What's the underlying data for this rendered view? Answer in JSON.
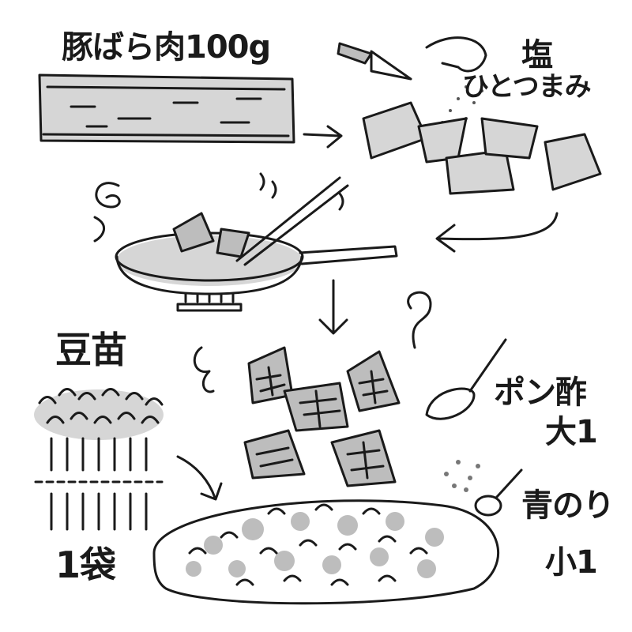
{
  "ingredients": {
    "pork": {
      "label": "豚ばら肉100g"
    },
    "salt": {
      "label_line1": "塩",
      "label_line2": "ひとつまみ"
    },
    "pea_shoots": {
      "label": "豆苗",
      "amount": "1袋"
    },
    "ponzu": {
      "label": "ポン酢",
      "amount": "大1"
    },
    "aonori": {
      "label": "青のり",
      "amount": "小1"
    }
  },
  "colors": {
    "ink": "#1a1a1a",
    "shade": "#bdbdbd",
    "background": "#ffffff"
  }
}
